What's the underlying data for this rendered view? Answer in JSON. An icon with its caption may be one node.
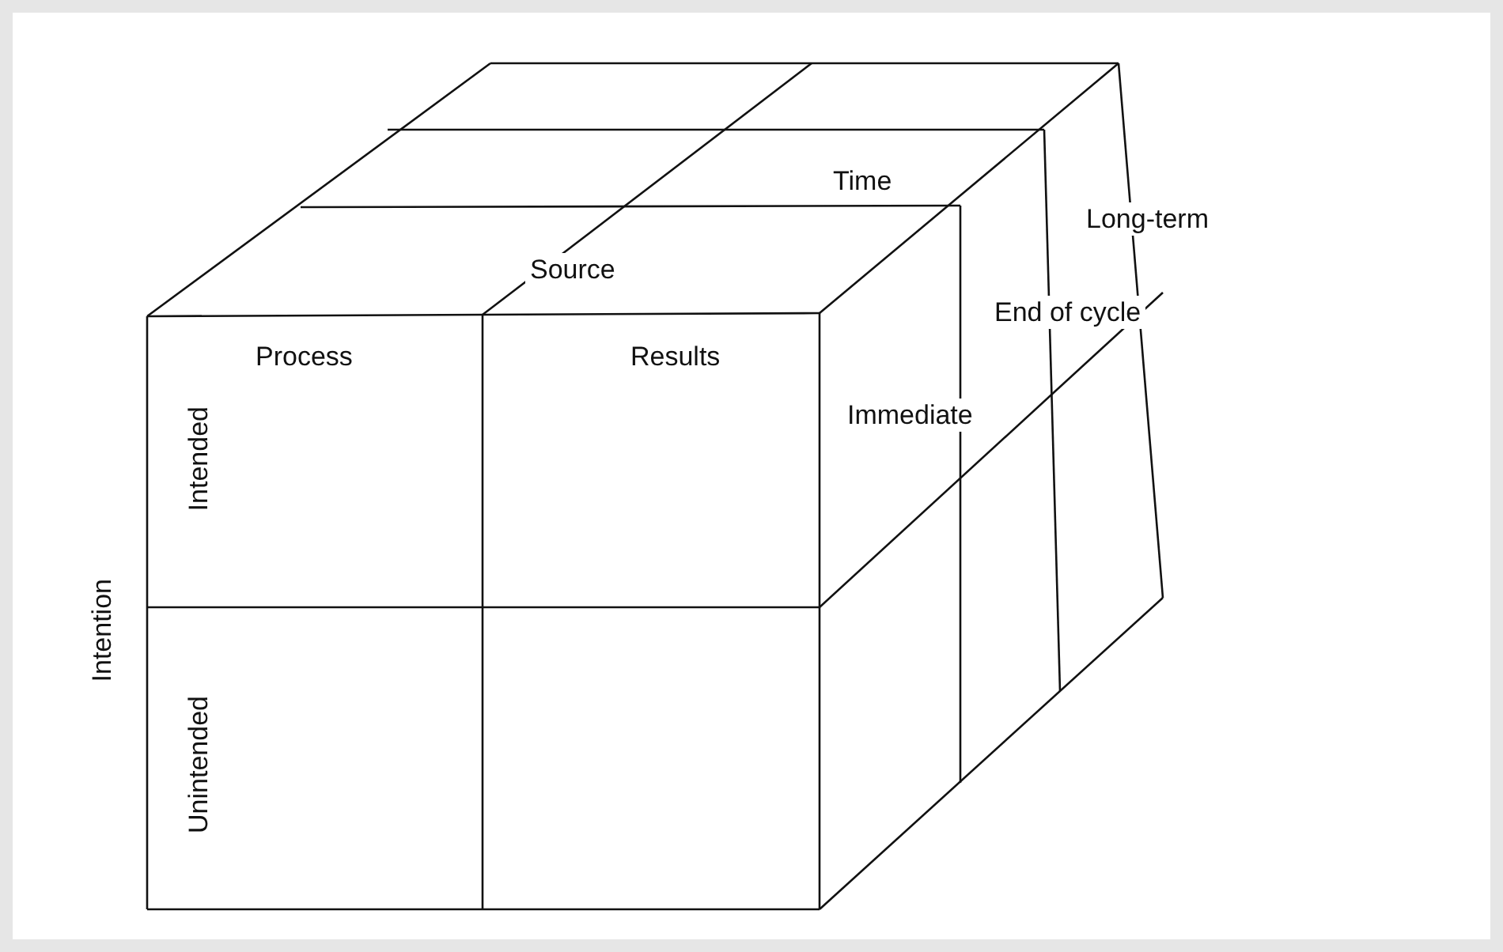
{
  "diagram": {
    "labels": [
      "Time",
      "Long-term",
      "Source",
      "End of cycle",
      "Process",
      "Results",
      "Immediate",
      "Intended",
      "Intention",
      "Unintended"
    ]
  }
}
